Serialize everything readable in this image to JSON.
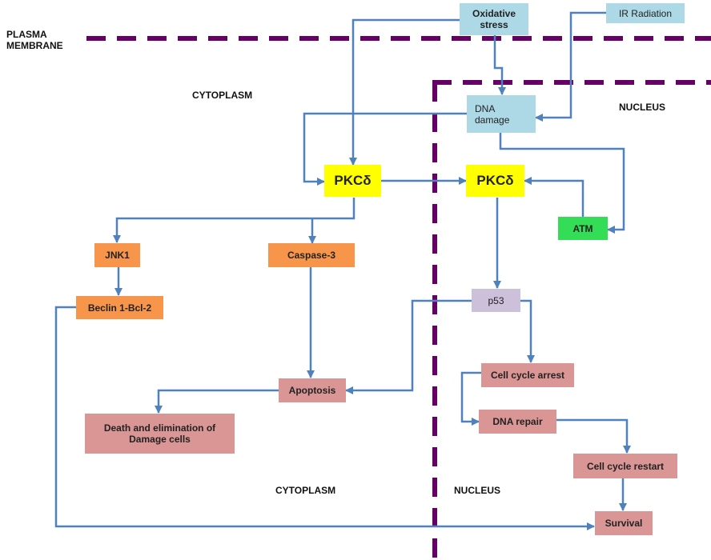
{
  "colors": {
    "stress": "#add8e6",
    "pkc": "#ffff00",
    "atm": "#33dd55",
    "orange": "#f7964a",
    "pink": "#d99694",
    "p53": "#ccc0da",
    "arrow": "#4f81bd",
    "membrane": "#660066"
  },
  "labels": {
    "plasma_membrane": "PLASMA\nMEMBRANE",
    "cytoplasm_top": "CYTOPLASM",
    "nucleus_top": "NUCLEUS",
    "cytoplasm_bottom": "CYTOPLASM",
    "nucleus_bottom": "NUCLEUS"
  },
  "nodes": {
    "oxidative_stress": "Oxidative\nstress",
    "ir_radiation": "IR Radiation",
    "dna_damage": "DNA\ndamage",
    "pkc_cyto": "PKCδ",
    "pkc_nuc": "PKCδ",
    "atm": "ATM",
    "jnk1": "JNK1",
    "caspase3": "Caspase-3",
    "beclin": "Beclin 1-Bcl-2",
    "p53": "p53",
    "apoptosis": "Apoptosis",
    "death": "Death and elimination of\nDamage cells",
    "cell_cycle_arrest": "Cell cycle arrest",
    "dna_repair": "DNA repair",
    "cell_cycle_restart": "Cell cycle restart",
    "survival": "Survival"
  }
}
